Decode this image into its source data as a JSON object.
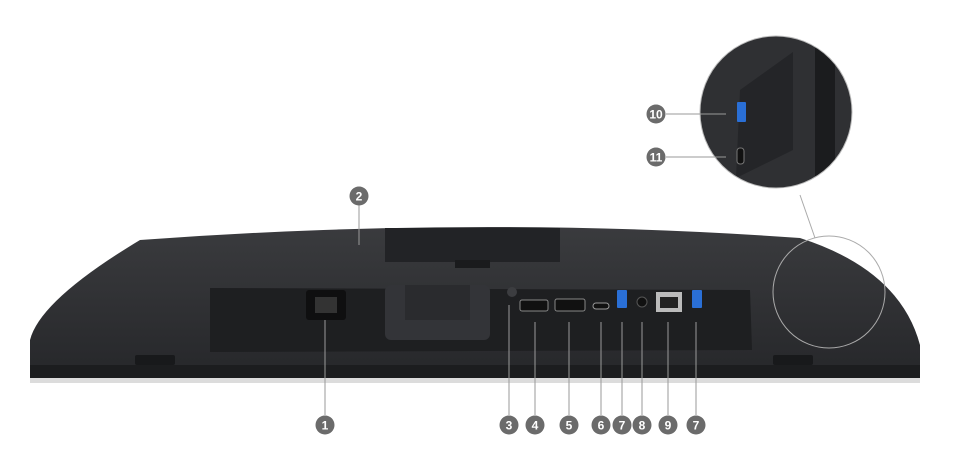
{
  "callouts": [
    {
      "id": "power",
      "label": "1"
    },
    {
      "id": "lock-slot",
      "label": "2"
    },
    {
      "id": "stand-lock",
      "label": "3"
    },
    {
      "id": "hdmi",
      "label": "4"
    },
    {
      "id": "displayport",
      "label": "5"
    },
    {
      "id": "usb-c-upstream",
      "label": "6"
    },
    {
      "id": "usb-a-1",
      "label": "7"
    },
    {
      "id": "audio-out",
      "label": "8"
    },
    {
      "id": "ethernet",
      "label": "9"
    },
    {
      "id": "usb-a-2",
      "label": "7"
    },
    {
      "id": "side-usb-a",
      "label": "10"
    },
    {
      "id": "side-usb-c",
      "label": "11"
    }
  ],
  "colors": {
    "badge": "#6b6b6b",
    "body": "#2f3033",
    "usb_blue": "#2a6fd6"
  }
}
